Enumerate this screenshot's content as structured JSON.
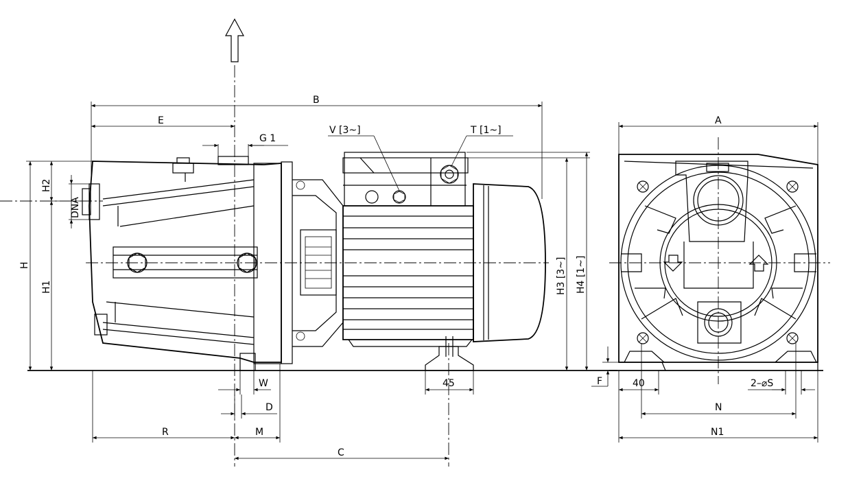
{
  "labels": {
    "A": "A",
    "B": "B",
    "C": "C",
    "D": "D",
    "E": "E",
    "F": "F",
    "G1": "G 1",
    "H": "H",
    "H1": "H1",
    "H2": "H2",
    "H3": "H3 [3~]",
    "H4": "H4 [1~]",
    "M": "M",
    "N": "N",
    "N1": "N1",
    "R": "R",
    "W": "W",
    "DNA": "DNA",
    "V": "V [3~]",
    "T": "T [1~]",
    "foot_width": "45",
    "foot_slot": "40",
    "holes": "2–⌀S"
  }
}
